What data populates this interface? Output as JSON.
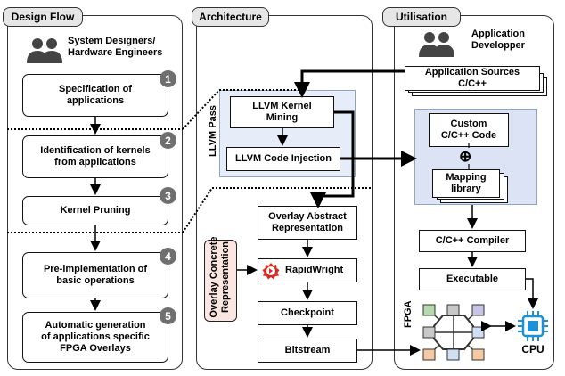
{
  "design_flow": {
    "title": "Design Flow",
    "actor": "System Designers/\nHardware Engineers",
    "steps": [
      {
        "num": "1",
        "label": "Specification of\napplications"
      },
      {
        "num": "2",
        "label": "Identification of kernels\nfrom applications"
      },
      {
        "num": "3",
        "label": "Kernel Pruning"
      },
      {
        "num": "4",
        "label": "Pre-implementation of\nbasic operations"
      },
      {
        "num": "5",
        "label": "Automatic generation\nof applications specific\nFPGA Overlays"
      }
    ]
  },
  "architecture": {
    "title": "Architecture",
    "llvm_pass_label": "LLVM Pass",
    "llvm_mining": "LLVM Kernel\nMining",
    "llvm_injection": "LLVM Code Injection",
    "overlay_concrete": "Overlay Concrete\nRepresentation",
    "overlay_abstract": "Overlay Abstract\nRepresentation",
    "rapidwright": "RapidWright",
    "checkpoint": "Checkpoint",
    "bitstream": "Bitstream"
  },
  "utilisation": {
    "title": "Utilisation",
    "actor": "Application\nDevelopper",
    "sources": "Application Sources\nC/C++",
    "custom_code": "Custom\nC/C++ Code",
    "plus": "⊕",
    "mapping": "Mapping\nlibrary",
    "compiler": "C/C++ Compiler",
    "executable": "Executable",
    "fpga": "FPGA",
    "cpu": "CPU"
  },
  "colors": {
    "step_badge": "#6f6f6f",
    "llvm_fill": "#e6edf8",
    "concrete_fill": "#fbe6e2",
    "rapidwright_red": "#d62b22",
    "tab_fill": "#e6e6e6"
  }
}
